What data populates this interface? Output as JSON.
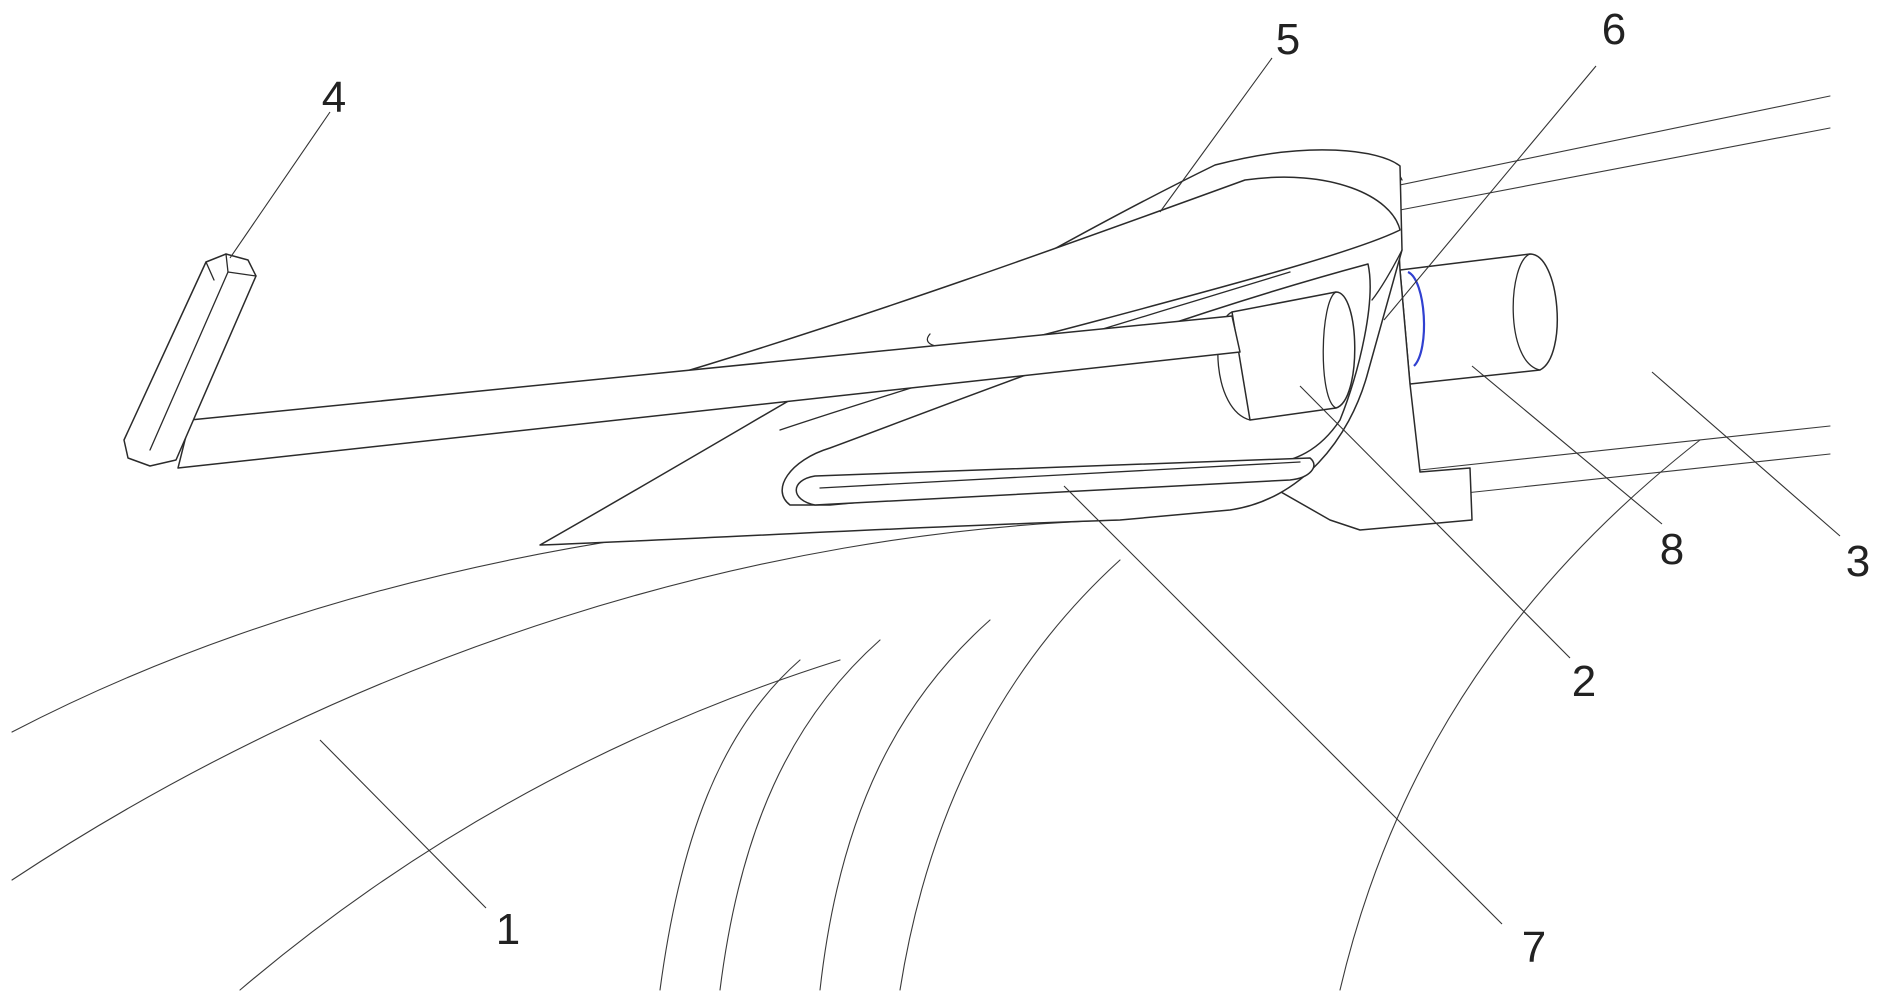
{
  "figure": {
    "callouts": [
      {
        "id": "1",
        "label": "1"
      },
      {
        "id": "2",
        "label": "2"
      },
      {
        "id": "3",
        "label": "3"
      },
      {
        "id": "4",
        "label": "4"
      },
      {
        "id": "5",
        "label": "5"
      },
      {
        "id": "6",
        "label": "6"
      },
      {
        "id": "7",
        "label": "7"
      },
      {
        "id": "8",
        "label": "8"
      }
    ],
    "colors": {
      "line": "#2b2b2b",
      "highlight": "#3040d0",
      "background": "#ffffff"
    }
  }
}
